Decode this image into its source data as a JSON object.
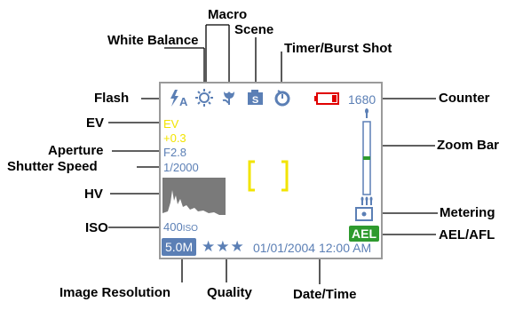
{
  "callouts": {
    "macro": "Macro",
    "white_balance": "White Balance",
    "scene": "Scene",
    "timer": "Timer/Burst Shot",
    "flash": "Flash",
    "counter": "Counter",
    "ev": "EV",
    "zoom_bar": "Zoom Bar",
    "aperture": "Aperture",
    "shutter_speed": "Shutter Speed",
    "hv": "HV",
    "iso": "ISO",
    "metering": "Metering",
    "ael": "AEL/AFL",
    "image_resolution": "Image Resolution",
    "quality": "Quality",
    "date_time": "Date/Time"
  },
  "screen": {
    "flash_mode": "A",
    "counter": "1680",
    "ev_label": "EV",
    "ev_value": "+0.3",
    "aperture": "F2.8",
    "shutter": "1/2000",
    "iso_value": "400",
    "iso_unit": "ISO",
    "resolution": "5.0M",
    "quality_stars": "★★★",
    "datetime": "01/01/2004 12:00 AM",
    "ael": "AEL",
    "zoom_level": 0.5
  },
  "colors": {
    "osd_blue": "#5b7fb5",
    "ev_yellow": "#f2e400",
    "battery_red": "#e00000",
    "ael_green": "#2e9a2e",
    "histogram_bg": "#7a7a7a"
  },
  "icons": [
    "flash-icon",
    "white-balance-sun-icon",
    "macro-flower-icon",
    "scene-icon",
    "self-timer-icon",
    "battery-icon",
    "zoom-tele-icon",
    "zoom-wide-icon",
    "metering-icon",
    "focus-brackets"
  ]
}
